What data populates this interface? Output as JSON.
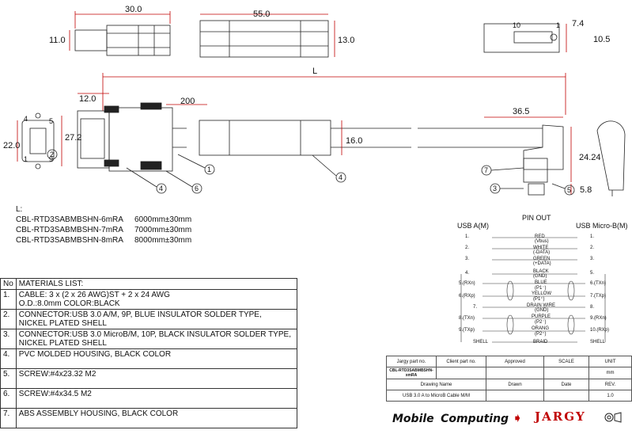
{
  "dims": {
    "d30": "30.0",
    "d11": "11.0",
    "d55": "55.0",
    "d13": "13.0",
    "d74": "7.4",
    "d105": "10.5",
    "dL": "L",
    "d12": "12.0",
    "d200": "200",
    "d22": "22.0",
    "d272": "27.2",
    "d16": "16.0",
    "d365": "36.5",
    "d2424": "24.24",
    "d58": "5.8"
  },
  "pins": {
    "p4": "4",
    "p5": "5",
    "p1": "1",
    "p9": "9",
    "p10": "10",
    "p1b": "1"
  },
  "callouts": [
    "1",
    "2",
    "4",
    "6",
    "4",
    "7",
    "3",
    "5"
  ],
  "length_table": {
    "header": "L:",
    "rows": [
      {
        "part": "CBL-RTD3SABMBSHN-6mRA",
        "len": "6000mm±30mm"
      },
      {
        "part": "CBL-RTD3SABMBSHN-7mRA",
        "len": "7000mm±30mm"
      },
      {
        "part": "CBL-RTD3SABMBSHN-8mRA",
        "len": "8000mm±30mm"
      }
    ]
  },
  "pinout": {
    "title": "PIN OUT",
    "left": "USB A(M)",
    "right": "USB Micro-B(M)",
    "rows": [
      {
        "l": "1.",
        "c": "RED",
        "c2": "(Vbus)",
        "r": "1."
      },
      {
        "l": "2.",
        "c": "WHITE",
        "c2": "(-DATA)",
        "r": "2."
      },
      {
        "l": "3.",
        "c": "GREEN",
        "c2": "(+DATA)",
        "r": "3."
      },
      {
        "l": "4.",
        "c": "BLACK",
        "c2": "(GND)",
        "r": "5."
      },
      {
        "l": "5.(RXn)",
        "c": "BLUE",
        "c2": "(P1⁻)",
        "r": "6.(TXn)"
      },
      {
        "l": "6.(RXp)",
        "c": "YELLOW",
        "c2": "(P1⁺)",
        "r": "7.(TXp)"
      },
      {
        "l": "7.",
        "c": "DRAIN WIRE",
        "c2": "(GND)",
        "r": "8."
      },
      {
        "l": "8.(TXn)",
        "c": "PURPLE",
        "c2": "(P2⁻)",
        "r": "9.(RXn)"
      },
      {
        "l": "9.(TXp)",
        "c": "ORANG",
        "c2": "(P2⁺)",
        "r": "10.(RXp)"
      },
      {
        "l": "SHELL",
        "c": "BRAID",
        "c2": "",
        "r": "SHELL"
      }
    ]
  },
  "materials": {
    "header_no": "No",
    "header": "MATERIALS LIST:",
    "items": [
      {
        "no": "1.",
        "lines": [
          "CABLE: 3 x (2 x 26 AWG)ST + 2 x 24 AWG",
          "O.D.:8.0mm COLOR:BLACK"
        ]
      },
      {
        "no": "2.",
        "lines": [
          "CONNECTOR:USB 3.0 A/M, 9P, BLUE INSULATOR SOLDER TYPE,",
          "NICKEL PLATED SHELL"
        ]
      },
      {
        "no": "3.",
        "lines": [
          "CONNECTOR:USB 3.0 MicroB/M, 10P, BLACK INSULATOR SOLDER TYPE,",
          "NICKEL PLATED SHELL"
        ]
      },
      {
        "no": "4.",
        "lines": [
          "PVC MOLDED HOUSING, BLACK COLOR",
          ""
        ]
      },
      {
        "no": "5.",
        "lines": [
          "SCREW:#4x23.32 M2",
          ""
        ]
      },
      {
        "no": "6.",
        "lines": [
          "SCREW:#4x34.5 M2",
          ""
        ]
      },
      {
        "no": "7.",
        "lines": [
          "ABS ASSEMBLY HOUSING, BLACK COLOR",
          ""
        ]
      }
    ]
  },
  "title_block": {
    "jargy_pn_label": "Jargy part no.",
    "client_pn_label": "Client part no.",
    "approved_label": "Approved",
    "scale_label": "SCALE",
    "unit_label": "UNIT",
    "part_no": "CBL-RTD3SABMBSHN-xmRA",
    "unit": "mm",
    "drawing_name_label": "Drawing Name",
    "drawn_label": "Drawn",
    "date_label": "Date",
    "rev_label": "REV.",
    "drawing_name": "USB 3.0 A to MicroB Cable M/M",
    "rev": "1.0"
  },
  "logos": {
    "mobile": "Mobile",
    "computing": "Computing",
    "jargy": "JARGY"
  },
  "colors": {
    "dim_red": "#c00000",
    "line": "#222222"
  }
}
